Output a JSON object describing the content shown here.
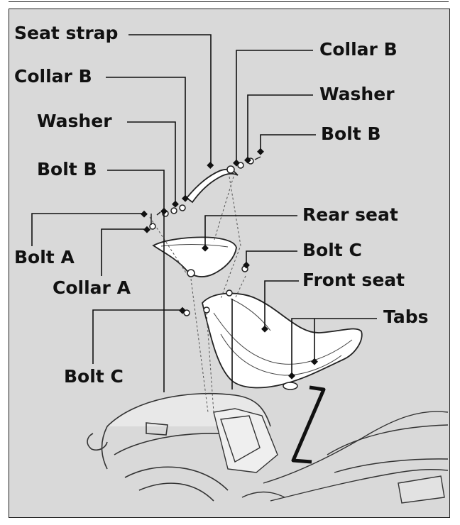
{
  "labels": {
    "seat_strap": "Seat strap",
    "collar_b_left": "Collar B",
    "washer_left": "Washer",
    "bolt_b_left": "Bolt B",
    "bolt_a": "Bolt A",
    "collar_a": "Collar A",
    "bolt_c_left": "Bolt C",
    "collar_b_right": "Collar B",
    "washer_right": "Washer",
    "bolt_b_right": "Bolt B",
    "rear_seat": "Rear seat",
    "bolt_c_right": "Bolt C",
    "front_seat": "Front seat",
    "tabs": "Tabs"
  },
  "colors": {
    "background": "#d9d9d9",
    "ink": "#111111",
    "seat_fill": "#ffffff"
  }
}
